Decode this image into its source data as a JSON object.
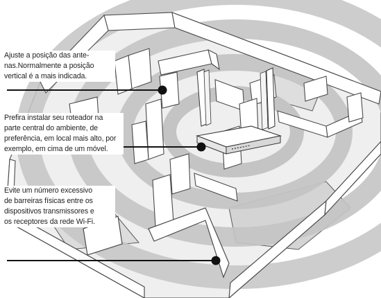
{
  "callouts": [
    {
      "text": "Ajuste a posição das ante-\nnas.Normalmente a posição\nvertical é a mais indicada."
    },
    {
      "text": "Prefira instalar seu roteador na\nparte central do ambiente, de\npreferência, em local mais alto, por\nexemplo, em cima de um móvel."
    },
    {
      "text": "Evite um número excessivo\nde barreiras físicas entre os\ndispositivos transmissores e\nos receptores da rede Wi-Fi."
    }
  ],
  "illustration": {
    "subject": "isometric floor plan with router and concentric wifi rings",
    "colors": {
      "rings": "#c9c9c9",
      "floor": "#ededed",
      "walls": "#ffffff",
      "outline": "#4a4a4a",
      "leader": "#111111",
      "router": "#ffffff"
    }
  }
}
